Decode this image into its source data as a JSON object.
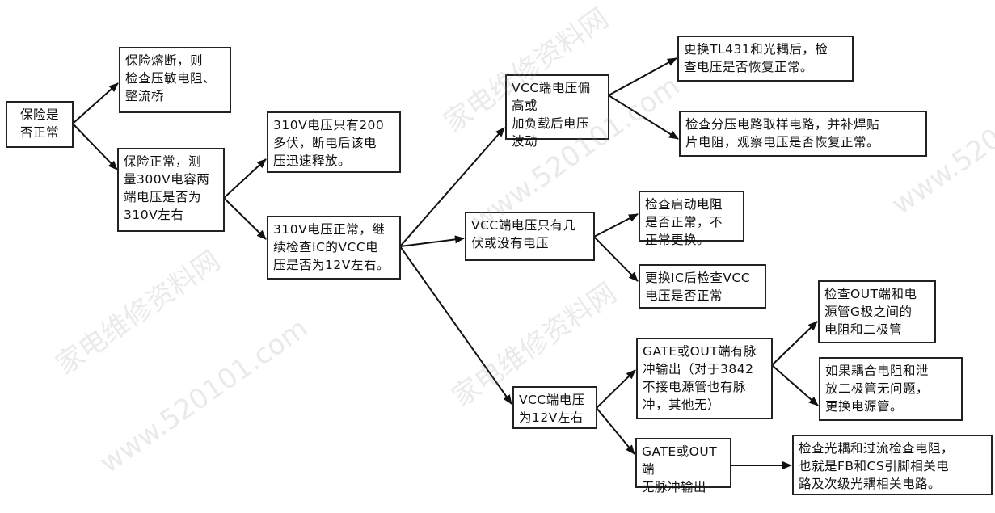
{
  "nodes": {
    "fuse_ok_question": "保险是\n否正常",
    "fuse_blown": "保险熔断，则\n检查压敏电阻、\n整流桥",
    "fuse_normal": "保险正常，测\n量300V电容两\n端电压是否为\n310V左右",
    "v310_only_200": "310V电压只有200\n多伏，断电后该电\n压迅速释放。",
    "v310_normal": "310V电压正常，继\n续检查IC的VCC电\n压是否为12V左右。",
    "vcc_high": "VCC端电压偏高或\n加负载后电压\n波动",
    "replace_tl431": "更换TL431和光耦后，检\n查电压是否恢复正常。",
    "check_divider": "检查分压电路取样电路，并补焊贴\n片电阻，观察电压是否恢复正常。",
    "vcc_low": "VCC端电压只有几\n伏或没有电压",
    "check_start_resistor": "检查启动电阻\n是否正常，不\n正常更换。",
    "replace_ic": "更换IC后检查VCC\n电压是否正常",
    "vcc_12v": "VCC端电压\n为12V左右",
    "gate_pulse": "GATE或OUT端有脉\n冲输出（对于3842\n不接电源管也有脉\n冲，其他无）",
    "check_out_gate": "检查OUT端和电\n源管G极之间的\n电阻和二极管",
    "replace_power_tube": "如果耦合电阻和泄\n放二极管无问题，\n更换电源管。",
    "gate_no_pulse": "GATE或OUT端\n无脉冲输出",
    "check_optocoupler": "检查光耦和过流检查电阻，\n也就是FB和CS引脚相关电\n路及次级光耦相关电路。"
  },
  "watermarks": {
    "cn": "家电维修资料网",
    "url": "www.520101.com"
  }
}
